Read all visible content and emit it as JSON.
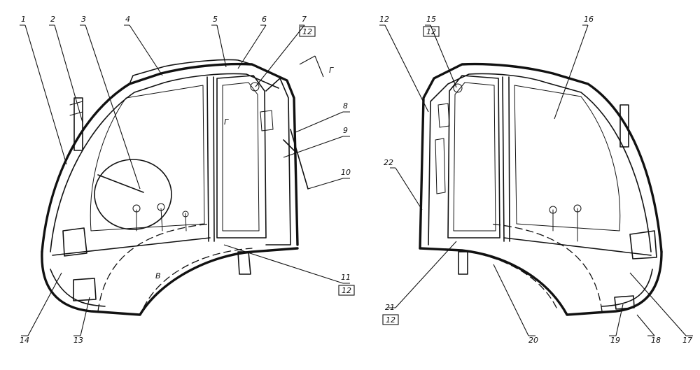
{
  "views": [
    {
      "view": "left-cab",
      "callouts": [
        {
          "num": "1"
        },
        {
          "num": "2"
        },
        {
          "num": "3"
        },
        {
          "num": "4"
        },
        {
          "num": "5"
        },
        {
          "num": "6"
        },
        {
          "num": "7",
          "sheet": "12"
        },
        {
          "num": "8"
        },
        {
          "num": "9"
        },
        {
          "num": "10"
        },
        {
          "num": "11",
          "sheet": "12"
        },
        {
          "num": "13"
        },
        {
          "num": "14"
        }
      ],
      "section_marks": [
        "Г",
        "Г",
        "В"
      ]
    },
    {
      "view": "right-cab",
      "callouts": [
        {
          "num": "12"
        },
        {
          "num": "15",
          "sheet": "12"
        },
        {
          "num": "16"
        },
        {
          "num": "17"
        },
        {
          "num": "18"
        },
        {
          "num": "19"
        },
        {
          "num": "20"
        },
        {
          "num": "21",
          "sheet": "12"
        },
        {
          "num": "22"
        }
      ]
    }
  ],
  "section_arrow_label": "Г"
}
